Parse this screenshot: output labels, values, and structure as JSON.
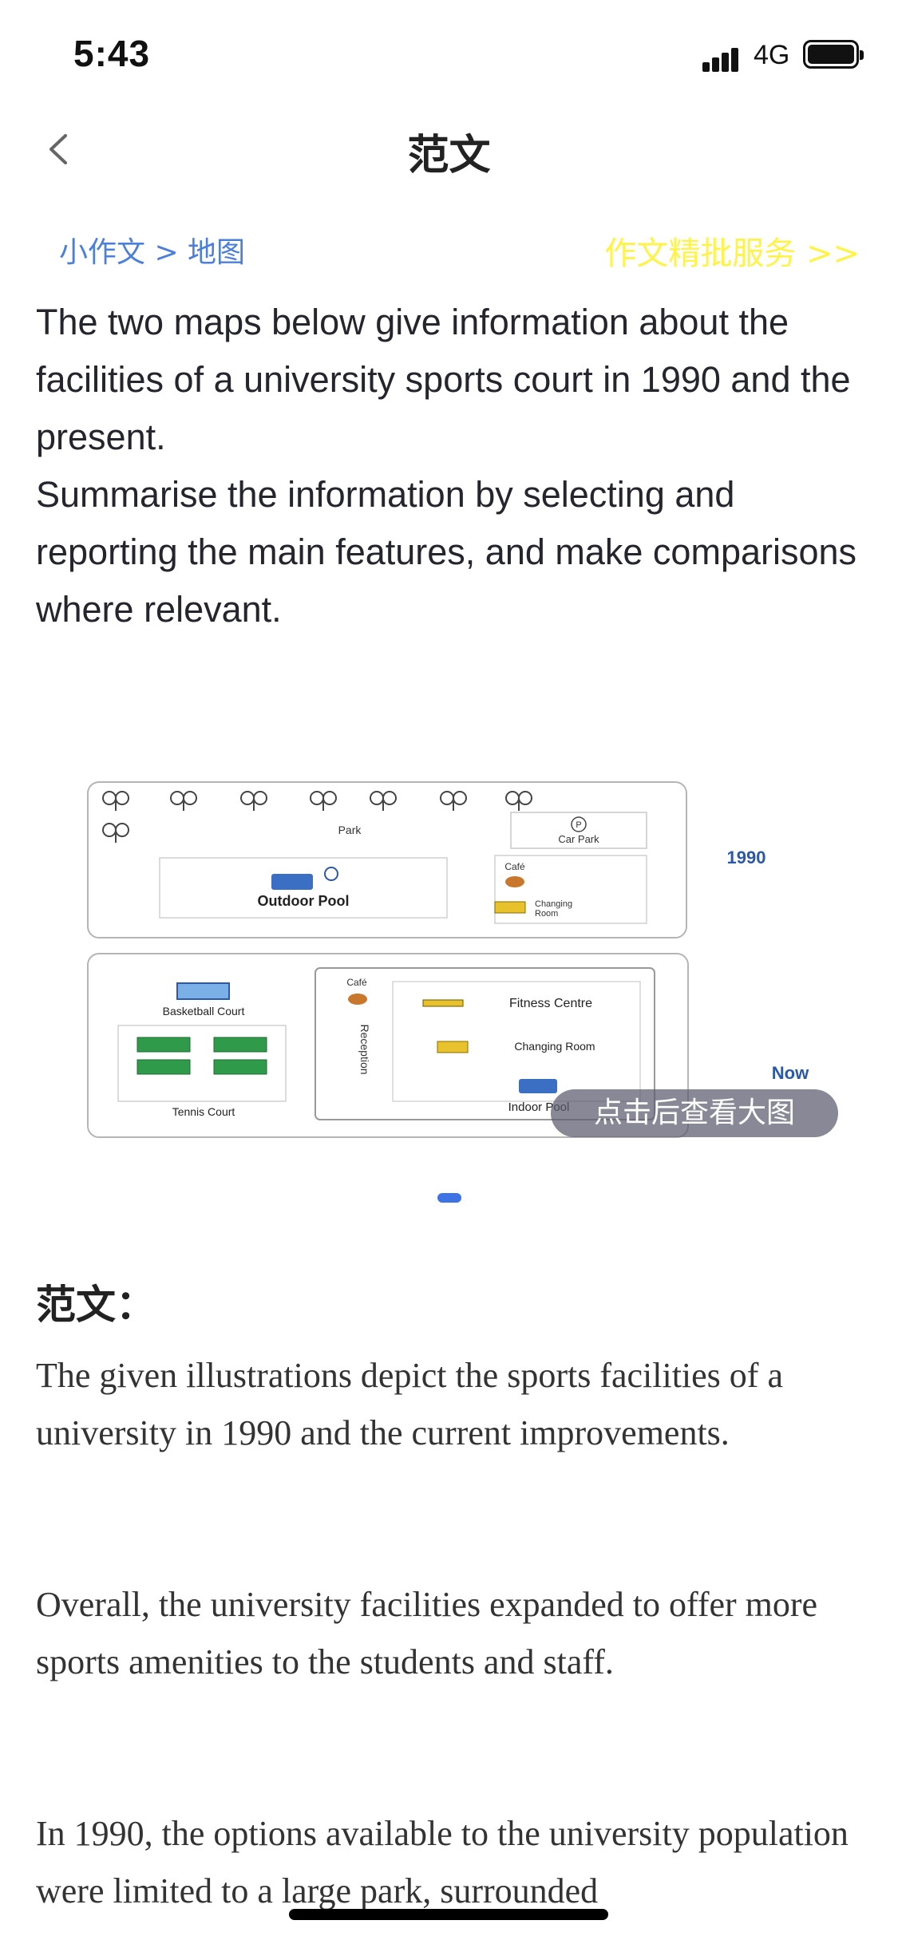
{
  "status_bar": {
    "time": "5:43",
    "network": "4G"
  },
  "nav": {
    "title": "范文"
  },
  "breadcrumb": "小作文 > 地图",
  "service_link": "作文精批服务 >>",
  "prompt": {
    "line1": "The two maps below give information about the facilities of a university sports court in 1990 and the present.",
    "line2": "Summarise the information by selecting and reporting the main features, and make comparisons where relevant."
  },
  "map": {
    "year_1990": "1990",
    "year_now": "Now",
    "park": "Park",
    "car_park": "Car Park",
    "parking_symbol": "P",
    "outdoor_pool": "Outdoor Pool",
    "cafe": "Café",
    "changing_room_line1": "Changing",
    "changing_room_line2": "Room",
    "basketball_court": "Basketball Court",
    "tennis_court": "Tennis Court",
    "reception": "Reception",
    "fitness_centre": "Fitness Centre",
    "changing_room": "Changing Room",
    "indoor_pool": "Indoor Pool"
  },
  "zoom_hint": "点击后查看大图",
  "essay": {
    "heading": "范文：",
    "p1": "The given illustrations depict the sports facilities of a university in 1990 and the current improvements.",
    "p2": "Overall, the university facilities expanded to offer more sports amenities to the students and staff.",
    "p3": "In 1990, the options available to the university population were limited to a large park, surrounded"
  },
  "colors": {
    "link_blue": "#4c7fd9",
    "service_yellow": "#fff34a",
    "dot_blue": "#3e73e6",
    "map_blue": "#2c58a8"
  }
}
